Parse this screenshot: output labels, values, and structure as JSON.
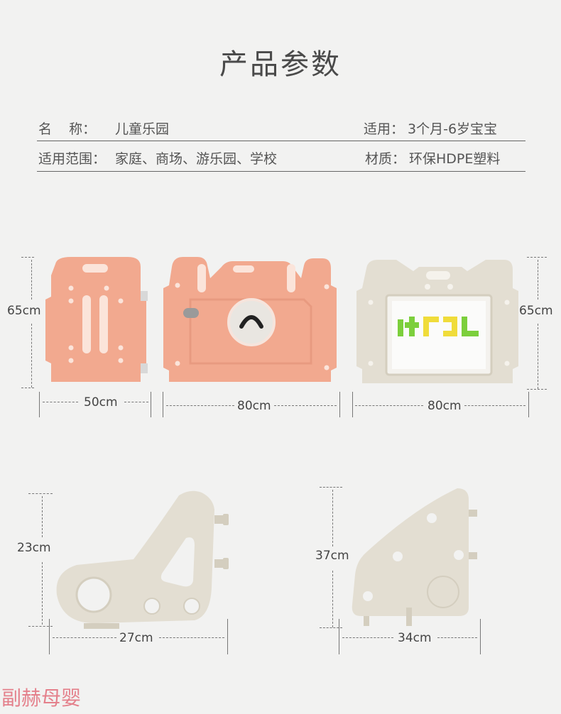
{
  "title": "产品参数",
  "specs": {
    "name_label": "名    称：",
    "name_value": "儿童乐园",
    "suitable_label": "适用：",
    "suitable_value": "3个月-6岁宝宝",
    "scope_label": "适用范围：",
    "scope_value": "家庭、商场、游乐园、学校",
    "material_label": "材质：",
    "material_value": "环保HDPE塑料"
  },
  "dimensions": {
    "panel1_height": "65cm",
    "panel1_width": "50cm",
    "panel2_width": "80cm",
    "panel3_height": "65cm",
    "panel3_width": "80cm",
    "foot1_height": "23cm",
    "foot1_width": "27cm",
    "foot2_height": "37cm",
    "foot2_width": "34cm"
  },
  "colors": {
    "pink": "#f2a98f",
    "pink_dark": "#e89a80",
    "beige": "#e3ded2",
    "beige_dark": "#d4cebf"
  },
  "watermark": "副赫母婴"
}
